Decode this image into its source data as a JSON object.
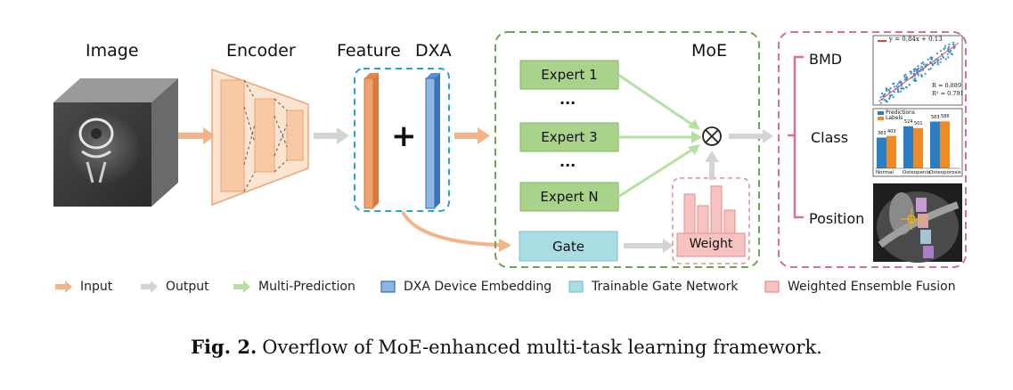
{
  "titles": {
    "image": "Image",
    "encoder": "Encoder",
    "feature": "Feature",
    "dxa": "DXA",
    "moe": "MoE"
  },
  "experts": [
    "Expert 1",
    "Expert 3",
    "Expert N"
  ],
  "ellipsis": "...",
  "plus": "+",
  "otimes": "⊗",
  "gate": "Gate",
  "weight": "Weight",
  "outputs": {
    "bmd": "BMD",
    "class": "Class",
    "position": "Position"
  },
  "bmd_plot": {
    "equation": "y = 0.84x + 0.13",
    "r": "R = 0.889",
    "r2": "R² = 0.791"
  },
  "class_chart": {
    "legend": [
      "Predictions",
      "Labels"
    ],
    "categories": [
      "Normal",
      "Osteopenia",
      "Osteoporosis"
    ],
    "series": [
      {
        "name": "Predictions",
        "values": [
          383,
          524,
          583
        ],
        "color": "#2a7fc4"
      },
      {
        "name": "Labels",
        "values": [
          403,
          501,
          586
        ],
        "color": "#f08a24"
      }
    ]
  },
  "legend": [
    {
      "label": "Input",
      "kind": "arrow",
      "color": "#f3b48a"
    },
    {
      "label": "Output",
      "kind": "arrow",
      "color": "#d4d4d4"
    },
    {
      "label": "Multi-Prediction",
      "kind": "arrow",
      "color": "#b6e0a0"
    },
    {
      "label": "DXA Device Embedding",
      "kind": "box",
      "color": "#8fb6e3",
      "border": "#2f6db5"
    },
    {
      "label": "Trainable Gate Network",
      "kind": "box",
      "color": "#aadde3",
      "border": "#7cc3cf"
    },
    {
      "label": "Weighted Ensemble Fusion",
      "kind": "box",
      "color": "#f6c2c2",
      "border": "#e48d8d"
    }
  ],
  "caption": {
    "label": "Fig. 2.",
    "text": "Overflow of MoE-enhanced multi-task learning framework."
  },
  "colors": {
    "input_arrow": "#f3b48a",
    "output_arrow": "#d4d4d4",
    "prediction_arrow": "#b6e0a0",
    "feature_bar": "#f0a36f",
    "dxa_bar": "#8fb6e3",
    "expert_box": "#a9d38a",
    "gate_box": "#aadde3",
    "weight_box": "#f6c2c2",
    "moe_border": "#6aa84f",
    "output_border": "#d5728d",
    "feature_border": "#29a3dd"
  }
}
